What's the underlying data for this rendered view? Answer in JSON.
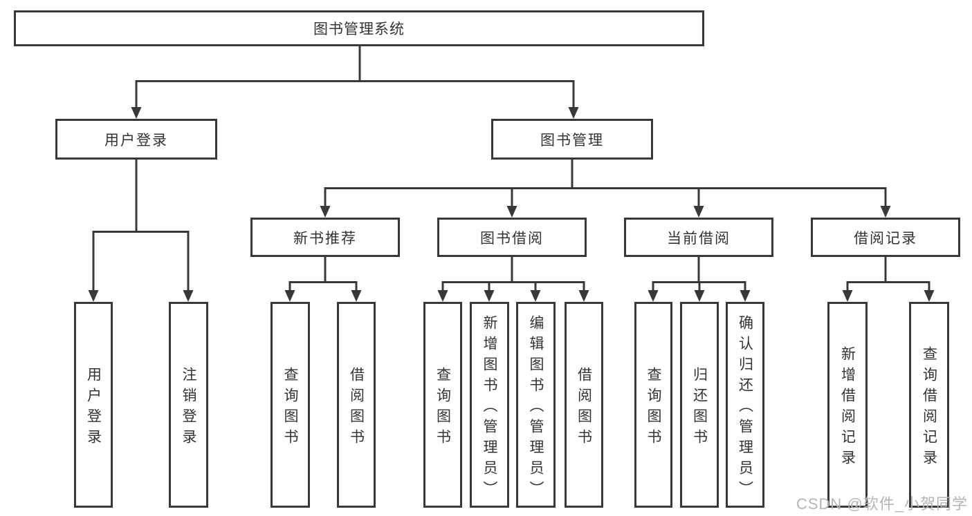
{
  "diagram": {
    "root": {
      "label": "图书管理系统"
    },
    "level2": [
      {
        "label": "用户登录"
      },
      {
        "label": "图书管理"
      }
    ],
    "level3": [
      {
        "label": "新书推荐"
      },
      {
        "label": "图书借阅"
      },
      {
        "label": "当前借阅"
      },
      {
        "label": "借阅记录"
      }
    ],
    "leaves": {
      "user_login": [
        {
          "label": "用户登录"
        },
        {
          "label": "注销登录"
        }
      ],
      "new_books": [
        {
          "label": "查询图书"
        },
        {
          "label": "借阅图书"
        }
      ],
      "book_borrow": [
        {
          "label": "查询图书"
        },
        {
          "label": "新增图书（管理员）"
        },
        {
          "label": "编辑图书（管理员）"
        },
        {
          "label": "借阅图书"
        }
      ],
      "current_borrow": [
        {
          "label": "查询图书"
        },
        {
          "label": "归还图书"
        },
        {
          "label": "确认归还（管理员）"
        }
      ],
      "borrow_records": [
        {
          "label": "新增借阅记录"
        },
        {
          "label": "查询借阅记录"
        }
      ]
    }
  },
  "watermark": {
    "text": "CSDN @软件_小贺同学"
  },
  "colors": {
    "line": "#383838",
    "text": "#333333",
    "watermark": "#b5b5b5",
    "background": "#ffffff"
  }
}
